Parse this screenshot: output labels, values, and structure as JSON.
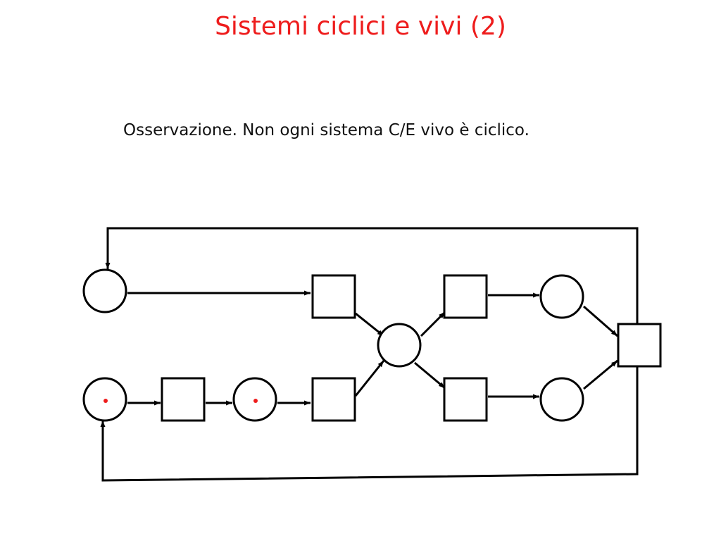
{
  "slide": {
    "title": "Sistemi ciclici e vivi (2)",
    "observation": "Osservazione. Non ogni sistema C/E vivo è ciclico."
  },
  "colors": {
    "title": "#ee1c1c",
    "token": "#ee1c1c",
    "stroke": "#000000"
  },
  "petri_net": {
    "kind": "C/E system",
    "places": [
      {
        "id": "p1",
        "tokens": 0
      },
      {
        "id": "p2",
        "tokens": 1
      },
      {
        "id": "p3",
        "tokens": 1
      },
      {
        "id": "p4",
        "tokens": 0
      },
      {
        "id": "p5",
        "tokens": 0
      },
      {
        "id": "p6",
        "tokens": 0
      }
    ],
    "transitions": [
      {
        "id": "t1"
      },
      {
        "id": "t2"
      },
      {
        "id": "t3"
      },
      {
        "id": "t4"
      },
      {
        "id": "t5"
      },
      {
        "id": "t6"
      }
    ],
    "arcs": [
      {
        "from": "p1",
        "to": "t1"
      },
      {
        "from": "p2",
        "to": "t2"
      },
      {
        "from": "t2",
        "to": "p3"
      },
      {
        "from": "p3",
        "to": "t3"
      },
      {
        "from": "t1",
        "to": "p4"
      },
      {
        "from": "t3",
        "to": "p4"
      },
      {
        "from": "p4",
        "to": "t4"
      },
      {
        "from": "p4",
        "to": "t5"
      },
      {
        "from": "t4",
        "to": "p5"
      },
      {
        "from": "t5",
        "to": "p6"
      },
      {
        "from": "p5",
        "to": "t6"
      },
      {
        "from": "p6",
        "to": "t6"
      },
      {
        "from": "t6",
        "to": "p1"
      },
      {
        "from": "t6",
        "to": "p2"
      }
    ]
  }
}
